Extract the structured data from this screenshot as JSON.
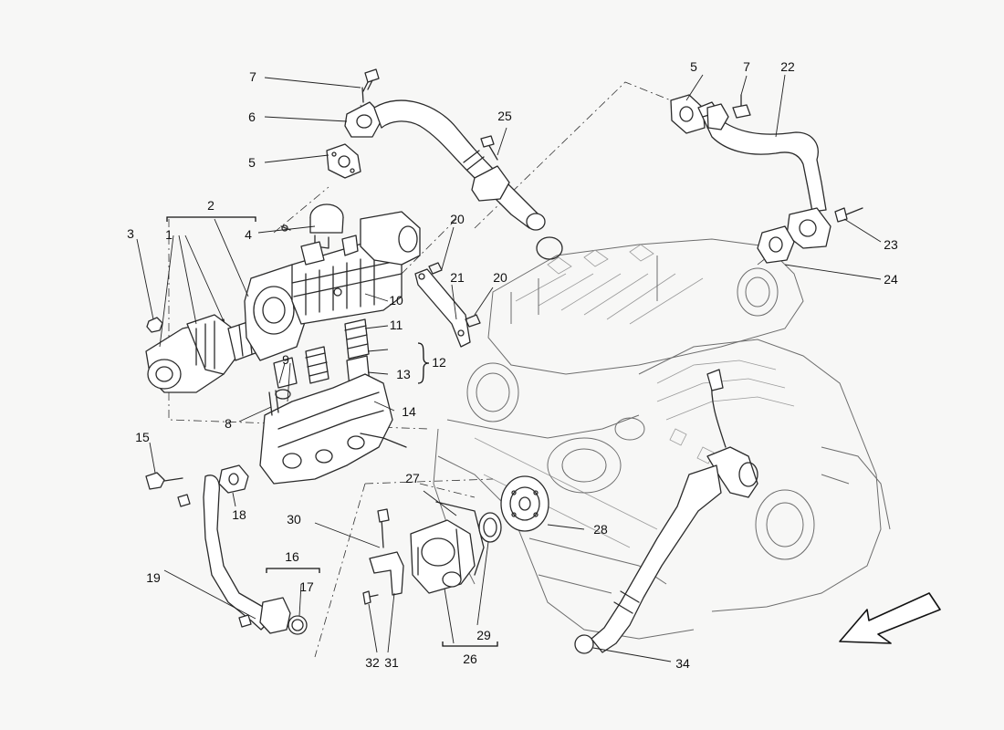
{
  "diagram": {
    "callouts": [
      {
        "key": "c1",
        "text": "1"
      },
      {
        "key": "c2",
        "text": "2"
      },
      {
        "key": "c3",
        "text": "3"
      },
      {
        "key": "c4",
        "text": "4"
      },
      {
        "key": "c5a",
        "text": "5"
      },
      {
        "key": "c5b",
        "text": "5"
      },
      {
        "key": "c6",
        "text": "6"
      },
      {
        "key": "c7a",
        "text": "7"
      },
      {
        "key": "c7b",
        "text": "7"
      },
      {
        "key": "c8",
        "text": "8"
      },
      {
        "key": "c9",
        "text": "9"
      },
      {
        "key": "c10",
        "text": "10"
      },
      {
        "key": "c11",
        "text": "11"
      },
      {
        "key": "c12",
        "text": "12"
      },
      {
        "key": "c13",
        "text": "13"
      },
      {
        "key": "c14",
        "text": "14"
      },
      {
        "key": "c15",
        "text": "15"
      },
      {
        "key": "c16",
        "text": "16"
      },
      {
        "key": "c17",
        "text": "17"
      },
      {
        "key": "c18",
        "text": "18"
      },
      {
        "key": "c19",
        "text": "19"
      },
      {
        "key": "c20a",
        "text": "20"
      },
      {
        "key": "c20b",
        "text": "20"
      },
      {
        "key": "c21",
        "text": "21"
      },
      {
        "key": "c22",
        "text": "22"
      },
      {
        "key": "c23",
        "text": "23"
      },
      {
        "key": "c24",
        "text": "24"
      },
      {
        "key": "c25",
        "text": "25"
      },
      {
        "key": "c26",
        "text": "26"
      },
      {
        "key": "c27",
        "text": "27"
      },
      {
        "key": "c28",
        "text": "28"
      },
      {
        "key": "c29",
        "text": "29"
      },
      {
        "key": "c30",
        "text": "30"
      },
      {
        "key": "c31",
        "text": "31"
      },
      {
        "key": "c32",
        "text": "32"
      },
      {
        "key": "c34",
        "text": "34"
      }
    ],
    "orientation_arrow": {
      "icon": "front-direction-arrow-icon"
    },
    "colors": {
      "line": "#2b2b2b",
      "engine": "#6d6d6d",
      "background": "#f7f7f6"
    }
  }
}
